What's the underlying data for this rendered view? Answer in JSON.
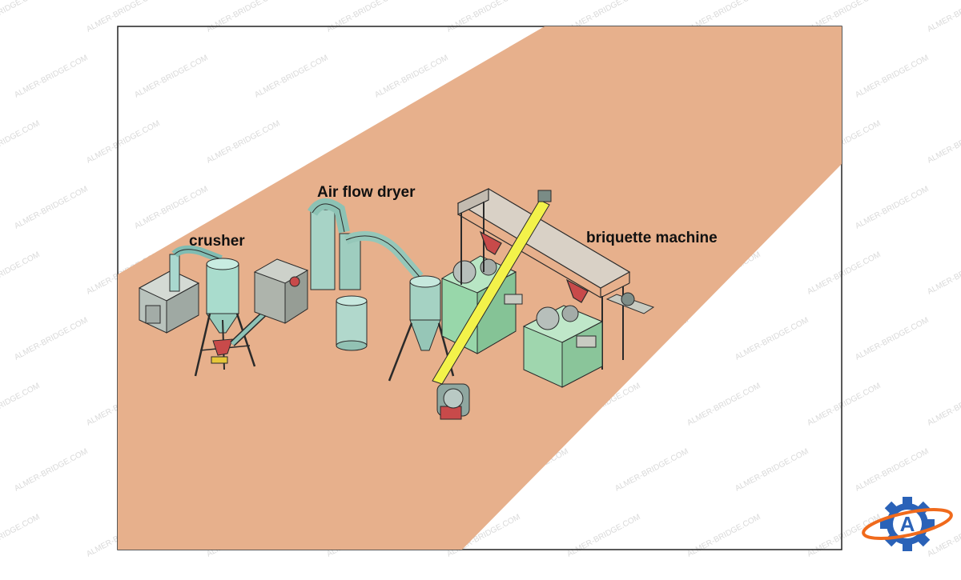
{
  "labels": {
    "crusher": "crusher",
    "dryer": "Air flow dryer",
    "briquette": "briquette machine"
  },
  "watermark": {
    "text": "ALMER-BRIDGE.COM"
  },
  "colors": {
    "floor": "#e7b08c",
    "frame": "#222222",
    "machine_teal": "#a6d4c4",
    "machine_green": "#9fd6ae",
    "machine_grey": "#c8cbc2",
    "conveyor_yellow": "#f3f24a",
    "accent_red": "#c84a4a",
    "logo_blue": "#2a62b8",
    "logo_orange": "#f06a1c"
  },
  "logo": {
    "letter": "A",
    "icon": "gear-logo-icon"
  }
}
